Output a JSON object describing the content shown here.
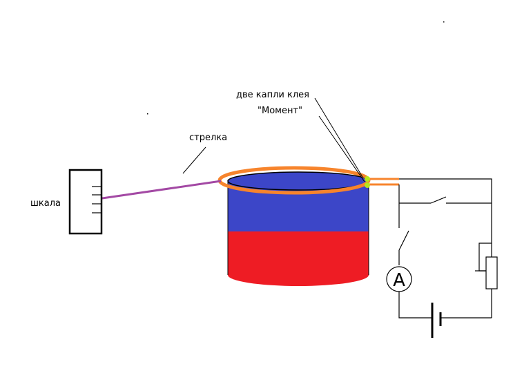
{
  "labels": {
    "glue_line1": "две капли клея",
    "glue_line2": "\"Момент\"",
    "arrow": "стрелка",
    "scale": "шкала"
  },
  "ammeter_symbol": "A",
  "colors": {
    "magnet_top": "#3c46c8",
    "magnet_bottom": "#ee1c24",
    "coil": "#f7842c",
    "pointer": "#a349a4",
    "glue": "#b5e61d"
  }
}
